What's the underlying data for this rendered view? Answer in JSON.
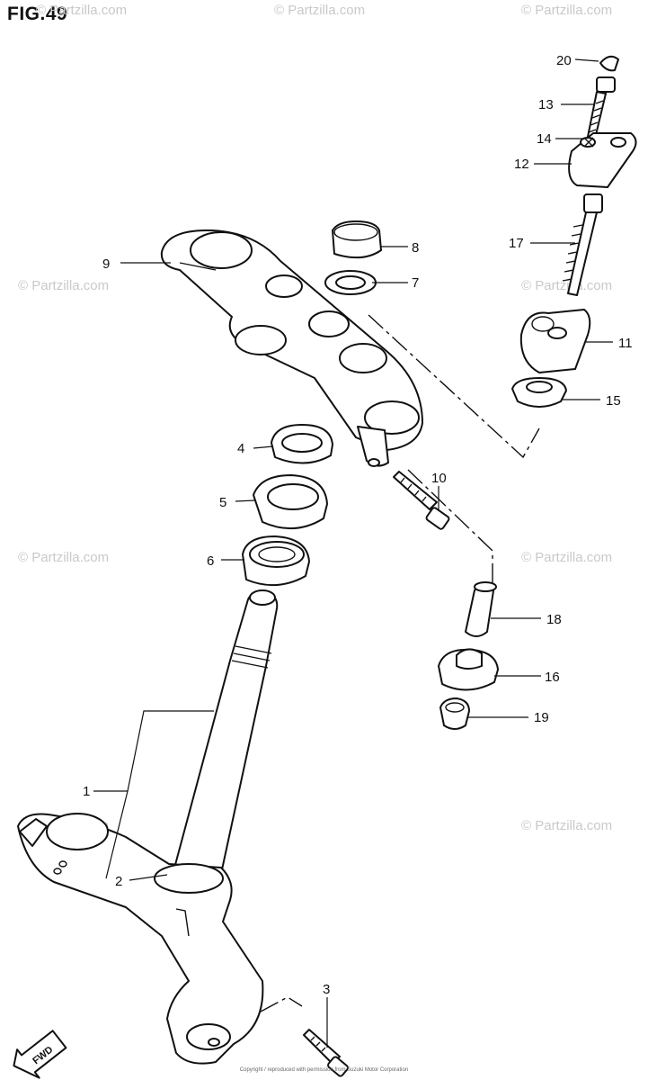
{
  "figure": {
    "title": "FIG.49"
  },
  "watermark": "© Partzilla.com",
  "direction_badge": "FWD",
  "footer": "Copyright / reproduced with permission from Suzuki Motor Corporation",
  "labels": [
    {
      "number": "1",
      "part": "steering-stem"
    },
    {
      "number": "2",
      "part": "stem-lower-seal"
    },
    {
      "number": "3",
      "part": "clamp-bolt"
    },
    {
      "number": "4",
      "part": "stem-nut"
    },
    {
      "number": "5",
      "part": "dust-seal"
    },
    {
      "number": "6",
      "part": "bearing"
    },
    {
      "number": "7",
      "part": "washer"
    },
    {
      "number": "8",
      "part": "stem-head-nut"
    },
    {
      "number": "9",
      "part": "upper-bracket"
    },
    {
      "number": "10",
      "part": "bracket-bolt"
    },
    {
      "number": "11",
      "part": "handlebar-holder-lower"
    },
    {
      "number": "12",
      "part": "handlebar-holder-upper"
    },
    {
      "number": "13",
      "part": "holder-bolt"
    },
    {
      "number": "14",
      "part": "washer-small"
    },
    {
      "number": "15",
      "part": "damper-upper"
    },
    {
      "number": "16",
      "part": "damper-lower"
    },
    {
      "number": "17",
      "part": "holder-stud"
    },
    {
      "number": "18",
      "part": "spacer"
    },
    {
      "number": "19",
      "part": "nut"
    },
    {
      "number": "20",
      "part": "cap"
    }
  ]
}
